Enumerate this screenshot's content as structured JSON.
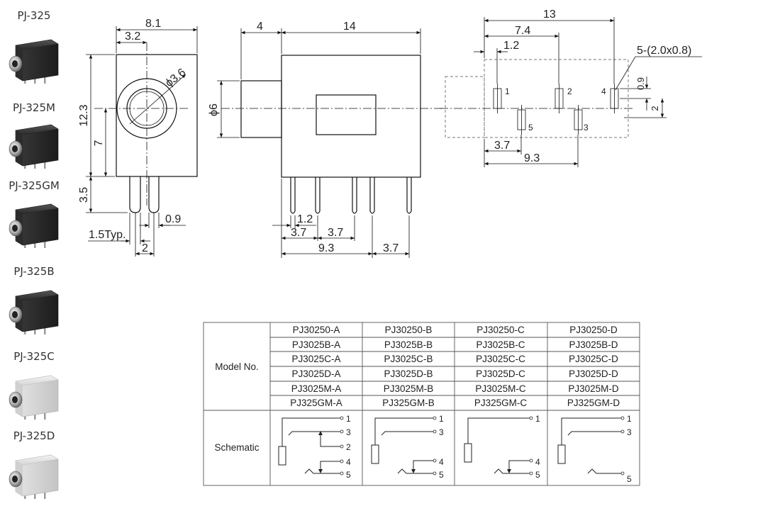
{
  "variants": [
    {
      "label": "PJ-325",
      "tone": "dark"
    },
    {
      "label": "PJ-325M",
      "tone": "dark"
    },
    {
      "label": "PJ-325GM",
      "tone": "dark"
    },
    {
      "label": "PJ-325B",
      "tone": "dark"
    },
    {
      "label": "PJ-325C",
      "tone": "light"
    },
    {
      "label": "PJ-325D",
      "tone": "light"
    }
  ],
  "front_view": {
    "width": "8.1",
    "offset": "3.2",
    "diameter": "ϕ3.6",
    "height": "12.3",
    "center_height": "7",
    "pin_length": "3.5",
    "pin_width": "0.9",
    "pin_pitch_typ": "1.5Typ.",
    "pin_spacing": "2"
  },
  "side_view": {
    "nose_length": "4",
    "body_length": "14",
    "nose_diameter": "ϕ6",
    "pin_offset": "1.2",
    "pitch_a": "3.7",
    "pitch_b": "3.7",
    "span": "9.3",
    "pitch_c": "3.7"
  },
  "footprint": {
    "total": "13",
    "span_a": "7.4",
    "pin_offset": "1.2",
    "hole_note": "5-(2.0x0.8)",
    "row_offset_a": "0.9",
    "row_offset_b": "2",
    "pitch": "3.7",
    "span_b": "9.3",
    "pins": [
      "1",
      "2",
      "3",
      "4",
      "5"
    ]
  },
  "table": {
    "row_header_model": "Model No.",
    "row_header_schematic": "Schematic",
    "models": [
      [
        "PJ30250-A",
        "PJ30250-B",
        "PJ30250-C",
        "PJ30250-D"
      ],
      [
        "PJ3025B-A",
        "PJ3025B-B",
        "PJ3025B-C",
        "PJ3025B-D"
      ],
      [
        "PJ3025C-A",
        "PJ3025C-B",
        "PJ3025C-C",
        "PJ3025C-D"
      ],
      [
        "PJ3025D-A",
        "PJ3025D-B",
        "PJ3025D-C",
        "PJ3025D-D"
      ],
      [
        "PJ3025M-A",
        "PJ3025M-B",
        "PJ3025M-C",
        "PJ3025M-D"
      ],
      [
        "PJ325GM-A",
        "PJ325GM-B",
        "PJ325GM-C",
        "PJ325GM-D"
      ]
    ],
    "schematic_pins": [
      [
        "1",
        "3",
        "2",
        "4",
        "5"
      ],
      [
        "1",
        "3",
        "4",
        "5"
      ],
      [
        "1",
        "4",
        "5"
      ],
      [
        "1",
        "3",
        "5"
      ]
    ]
  }
}
